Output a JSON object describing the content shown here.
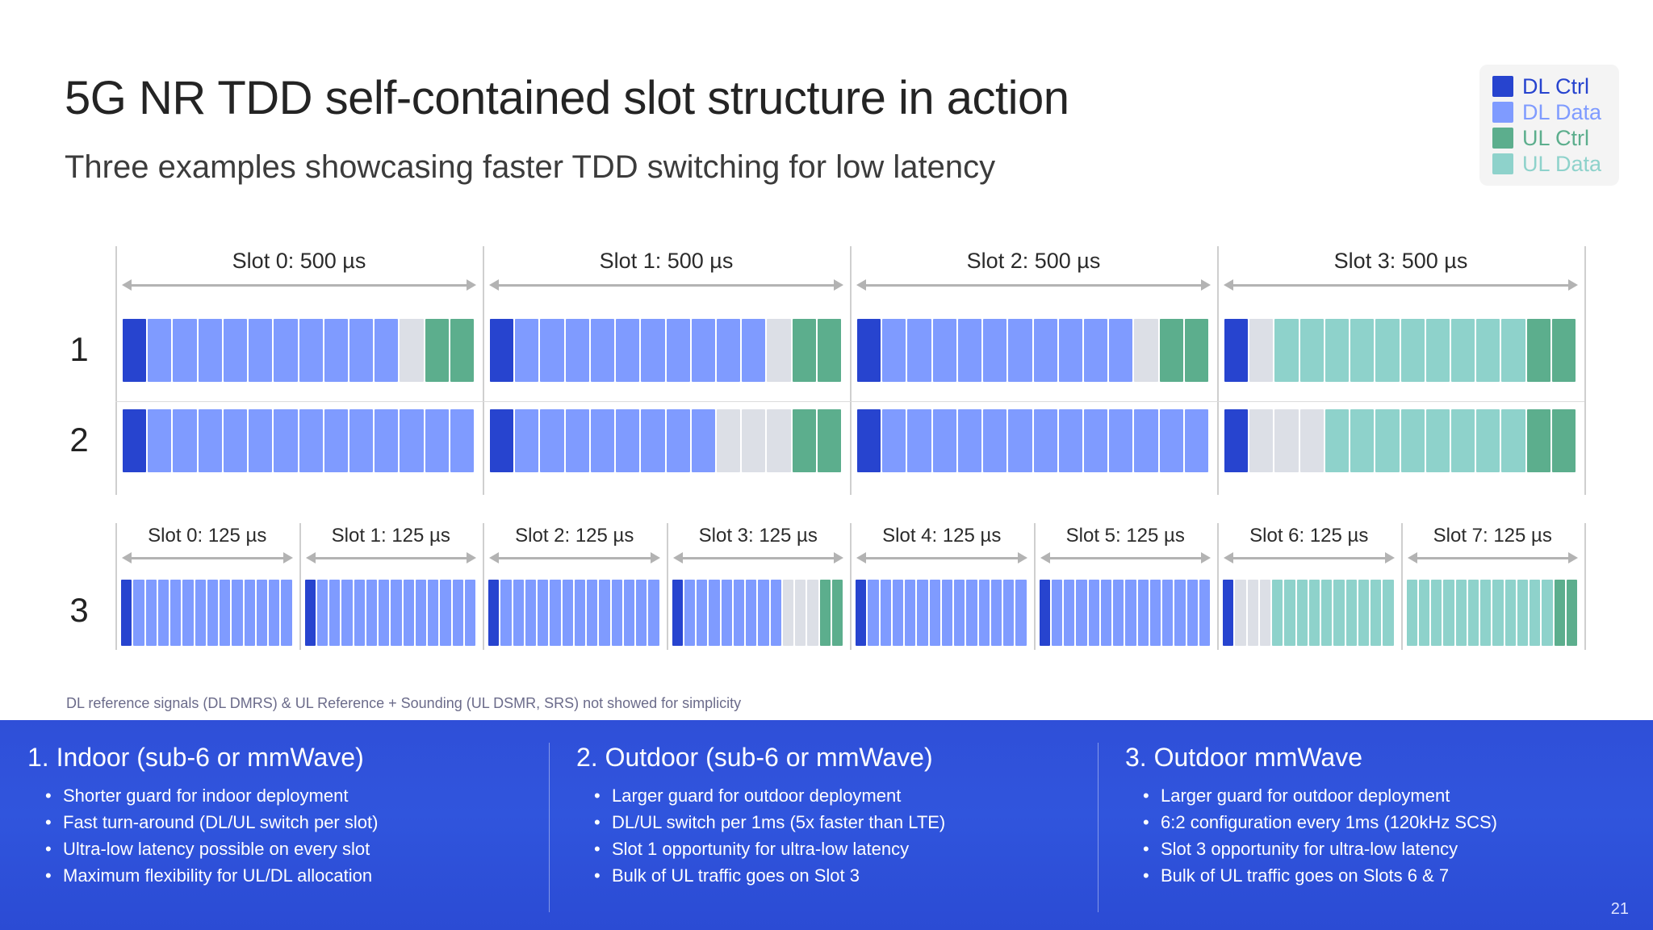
{
  "header": {
    "title": "5G NR TDD self-contained slot structure in action",
    "subtitle": "Three examples showcasing faster TDD switching for low latency"
  },
  "legend": {
    "items": [
      {
        "label": "DL Ctrl",
        "color": "#2744cf"
      },
      {
        "label": "DL Data",
        "color": "#7f9bff"
      },
      {
        "label": "UL Ctrl",
        "color": "#5cae8d"
      },
      {
        "label": "UL Data",
        "color": "#8ed2cb"
      }
    ],
    "background": "#f4f4f4"
  },
  "colors": {
    "dl_ctrl": "#2744cf",
    "dl_data": "#7f9bff",
    "ul_ctrl": "#5cae8d",
    "ul_data": "#8ed2cb",
    "guard": "#dcdfe6",
    "guard_light": "#e3e6ee",
    "separator": "#cfcfcf",
    "arrow": "#b3b3b3",
    "panel": "#2f4fd8",
    "title": "#242424"
  },
  "diagram": {
    "group_a": {
      "slot_headers": [
        "Slot 0: 500 µs",
        "Slot 1: 500 µs",
        "Slot 2: 500 µs",
        "Slot 3: 500 µs"
      ],
      "rows": [
        {
          "number": "1",
          "slots": [
            [
              "dl_ctrl",
              "dl_data",
              "dl_data",
              "dl_data",
              "dl_data",
              "dl_data",
              "dl_data",
              "dl_data",
              "dl_data",
              "dl_data",
              "dl_data",
              "guard",
              "ul_ctrl",
              "ul_ctrl"
            ],
            [
              "dl_ctrl",
              "dl_data",
              "dl_data",
              "dl_data",
              "dl_data",
              "dl_data",
              "dl_data",
              "dl_data",
              "dl_data",
              "dl_data",
              "dl_data",
              "guard",
              "ul_ctrl",
              "ul_ctrl"
            ],
            [
              "dl_ctrl",
              "dl_data",
              "dl_data",
              "dl_data",
              "dl_data",
              "dl_data",
              "dl_data",
              "dl_data",
              "dl_data",
              "dl_data",
              "dl_data",
              "guard",
              "ul_ctrl",
              "ul_ctrl"
            ],
            [
              "dl_ctrl",
              "guard",
              "ul_data",
              "ul_data",
              "ul_data",
              "ul_data",
              "ul_data",
              "ul_data",
              "ul_data",
              "ul_data",
              "ul_data",
              "ul_data",
              "ul_ctrl",
              "ul_ctrl"
            ]
          ]
        },
        {
          "number": "2",
          "slots": [
            [
              "dl_ctrl",
              "dl_data",
              "dl_data",
              "dl_data",
              "dl_data",
              "dl_data",
              "dl_data",
              "dl_data",
              "dl_data",
              "dl_data",
              "dl_data",
              "dl_data",
              "dl_data",
              "dl_data"
            ],
            [
              "dl_ctrl",
              "dl_data",
              "dl_data",
              "dl_data",
              "dl_data",
              "dl_data",
              "dl_data",
              "dl_data",
              "dl_data",
              "guard",
              "guard",
              "guard",
              "ul_ctrl",
              "ul_ctrl"
            ],
            [
              "dl_ctrl",
              "dl_data",
              "dl_data",
              "dl_data",
              "dl_data",
              "dl_data",
              "dl_data",
              "dl_data",
              "dl_data",
              "dl_data",
              "dl_data",
              "dl_data",
              "dl_data",
              "dl_data"
            ],
            [
              "dl_ctrl",
              "guard",
              "guard",
              "guard",
              "ul_data",
              "ul_data",
              "ul_data",
              "ul_data",
              "ul_data",
              "ul_data",
              "ul_data",
              "ul_data",
              "ul_ctrl",
              "ul_ctrl"
            ]
          ]
        }
      ]
    },
    "group_b": {
      "slot_headers": [
        "Slot 0: 125 µs",
        "Slot 1: 125 µs",
        "Slot 2: 125 µs",
        "Slot 3: 125 µs",
        "Slot 4: 125 µs",
        "Slot 5: 125 µs",
        "Slot 6: 125 µs",
        "Slot 7: 125 µs"
      ],
      "rows": [
        {
          "number": "3",
          "slots": [
            [
              "dl_ctrl",
              "dl_data",
              "dl_data",
              "dl_data",
              "dl_data",
              "dl_data",
              "dl_data",
              "dl_data",
              "dl_data",
              "dl_data",
              "dl_data",
              "dl_data",
              "dl_data",
              "dl_data"
            ],
            [
              "dl_ctrl",
              "dl_data",
              "dl_data",
              "dl_data",
              "dl_data",
              "dl_data",
              "dl_data",
              "dl_data",
              "dl_data",
              "dl_data",
              "dl_data",
              "dl_data",
              "dl_data",
              "dl_data"
            ],
            [
              "dl_ctrl",
              "dl_data",
              "dl_data",
              "dl_data",
              "dl_data",
              "dl_data",
              "dl_data",
              "dl_data",
              "dl_data",
              "dl_data",
              "dl_data",
              "dl_data",
              "dl_data",
              "dl_data"
            ],
            [
              "dl_ctrl",
              "dl_data",
              "dl_data",
              "dl_data",
              "dl_data",
              "dl_data",
              "dl_data",
              "dl_data",
              "dl_data",
              "guard",
              "guard",
              "guard",
              "ul_ctrl",
              "ul_ctrl"
            ],
            [
              "dl_ctrl",
              "dl_data",
              "dl_data",
              "dl_data",
              "dl_data",
              "dl_data",
              "dl_data",
              "dl_data",
              "dl_data",
              "dl_data",
              "dl_data",
              "dl_data",
              "dl_data",
              "dl_data"
            ],
            [
              "dl_ctrl",
              "dl_data",
              "dl_data",
              "dl_data",
              "dl_data",
              "dl_data",
              "dl_data",
              "dl_data",
              "dl_data",
              "dl_data",
              "dl_data",
              "dl_data",
              "dl_data",
              "dl_data"
            ],
            [
              "dl_ctrl",
              "guard",
              "guard",
              "guard",
              "ul_data",
              "ul_data",
              "ul_data",
              "ul_data",
              "ul_data",
              "ul_data",
              "ul_data",
              "ul_data",
              "ul_data",
              "ul_data"
            ],
            [
              "ul_data",
              "ul_data",
              "ul_data",
              "ul_data",
              "ul_data",
              "ul_data",
              "ul_data",
              "ul_data",
              "ul_data",
              "ul_data",
              "ul_data",
              "ul_data",
              "ul_ctrl",
              "ul_ctrl"
            ]
          ]
        }
      ]
    }
  },
  "footnote": "DL reference signals (DL DMRS) & UL Reference + Sounding (UL DSMR, SRS) not showed for simplicity",
  "bottom_panel": {
    "columns": [
      {
        "heading": "1. Indoor (sub-6 or mmWave)",
        "bullets": [
          "Shorter guard for indoor deployment",
          "Fast turn-around (DL/UL switch per slot)",
          "Ultra-low latency possible on every slot",
          "Maximum flexibility for UL/DL allocation"
        ]
      },
      {
        "heading": "2. Outdoor (sub-6 or mmWave)",
        "bullets": [
          "Larger guard for outdoor deployment",
          "DL/UL switch per 1ms (5x faster than LTE)",
          "Slot 1 opportunity for ultra-low latency",
          "Bulk of UL traffic goes on Slot 3"
        ]
      },
      {
        "heading": "3. Outdoor mmWave",
        "bullets": [
          "Larger guard for outdoor deployment",
          "6:2 configuration every 1ms (120kHz SCS)",
          "Slot 3 opportunity for ultra-low latency",
          "Bulk of UL traffic goes on Slots 6 & 7"
        ]
      }
    ]
  },
  "page_number": "21"
}
